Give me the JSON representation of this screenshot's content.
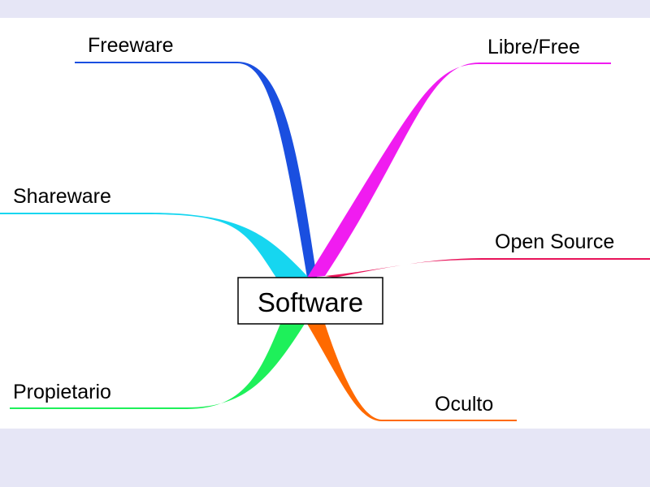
{
  "diagram": {
    "type": "mind-map",
    "center": {
      "label": "Software"
    },
    "branches": [
      {
        "id": "freeware",
        "label": "Freeware",
        "color": "#1a4fe0"
      },
      {
        "id": "libre-free",
        "label": "Libre/Free",
        "color": "#f01cf0"
      },
      {
        "id": "shareware",
        "label": "Shareware",
        "color": "#16d6f0"
      },
      {
        "id": "open-source",
        "label": "Open Source",
        "color": "#e8135a"
      },
      {
        "id": "propietario",
        "label": "Propietario",
        "color": "#1ef05a"
      },
      {
        "id": "oculto",
        "label": "Oculto",
        "color": "#ff6a00"
      }
    ]
  }
}
